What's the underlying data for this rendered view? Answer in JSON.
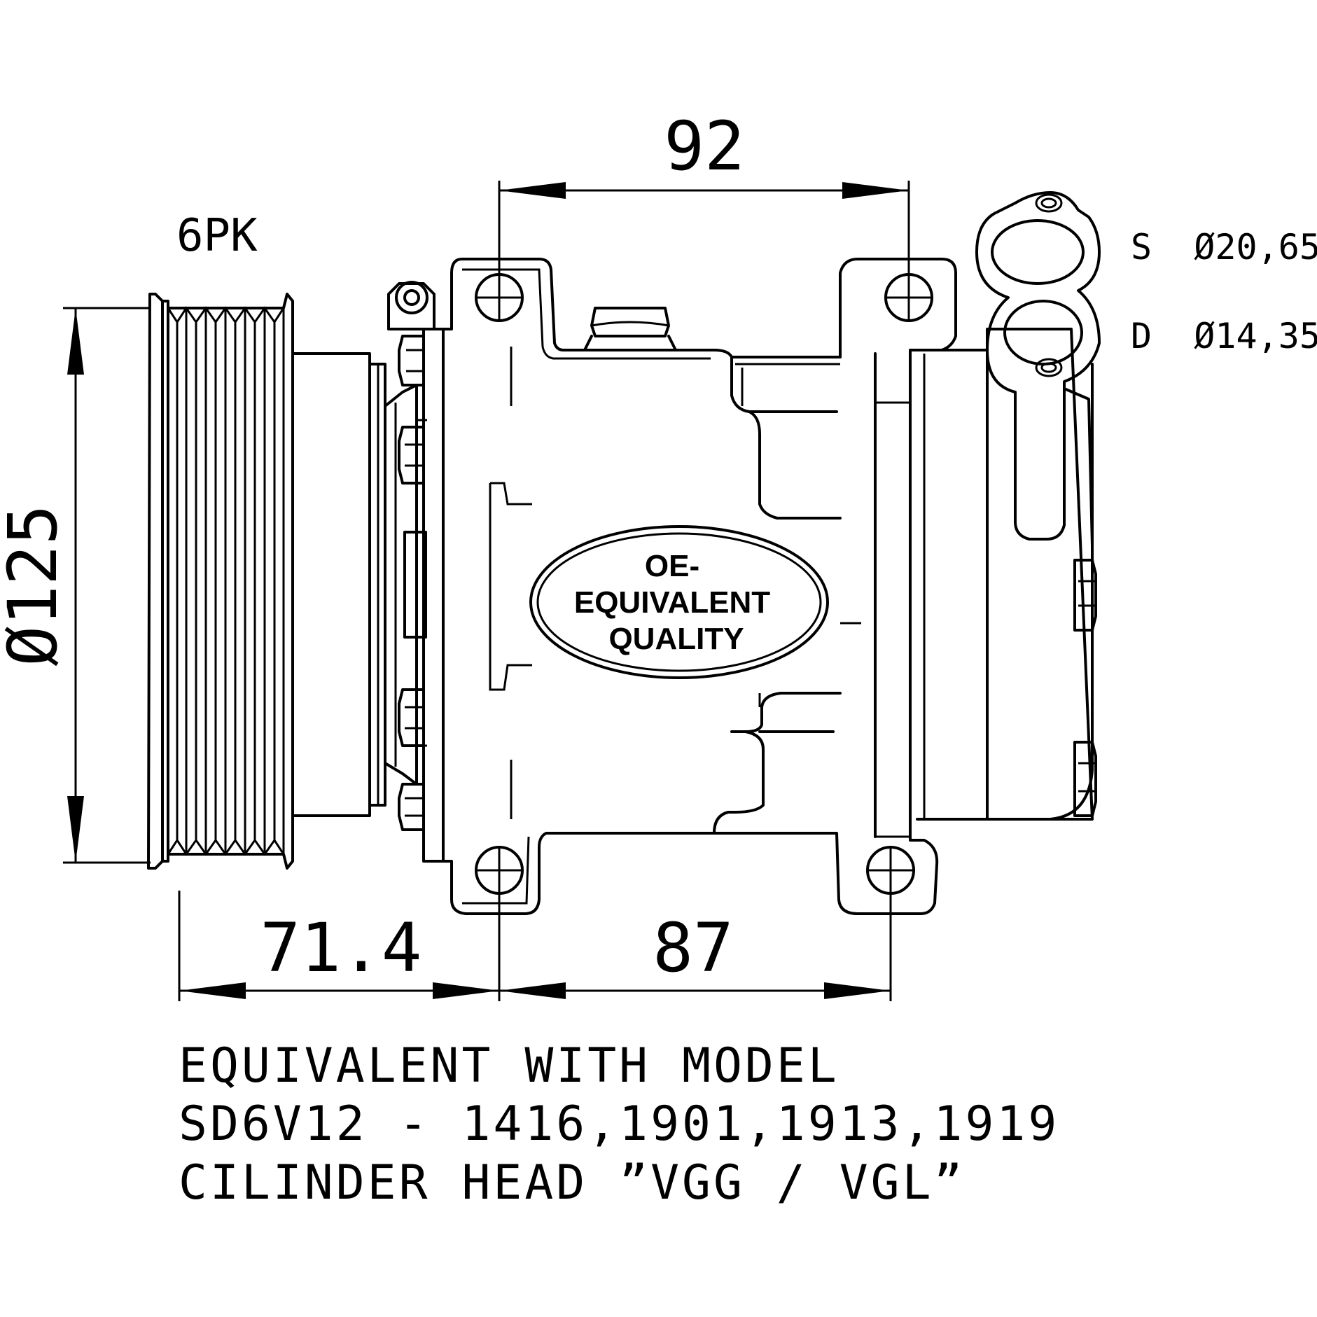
{
  "labels": {
    "belt_type": "6PK",
    "pulley_diameter": "Ø125",
    "mount_spacing_top": "92",
    "pulley_offset": "71.4",
    "mount_spacing_bottom": "87",
    "suction_port": "S  Ø20,65",
    "discharge_port": "D  Ø14,35"
  },
  "badge": {
    "line1": "OE-",
    "line2": "EQUIVALENT",
    "line3": "QUALITY"
  },
  "notes": {
    "line1": "EQUIVALENT WITH MODEL",
    "line2": "SD6V12 - 1416,1901,1913,1919",
    "line3": "CILINDER HEAD ”VGG / VGL”"
  }
}
